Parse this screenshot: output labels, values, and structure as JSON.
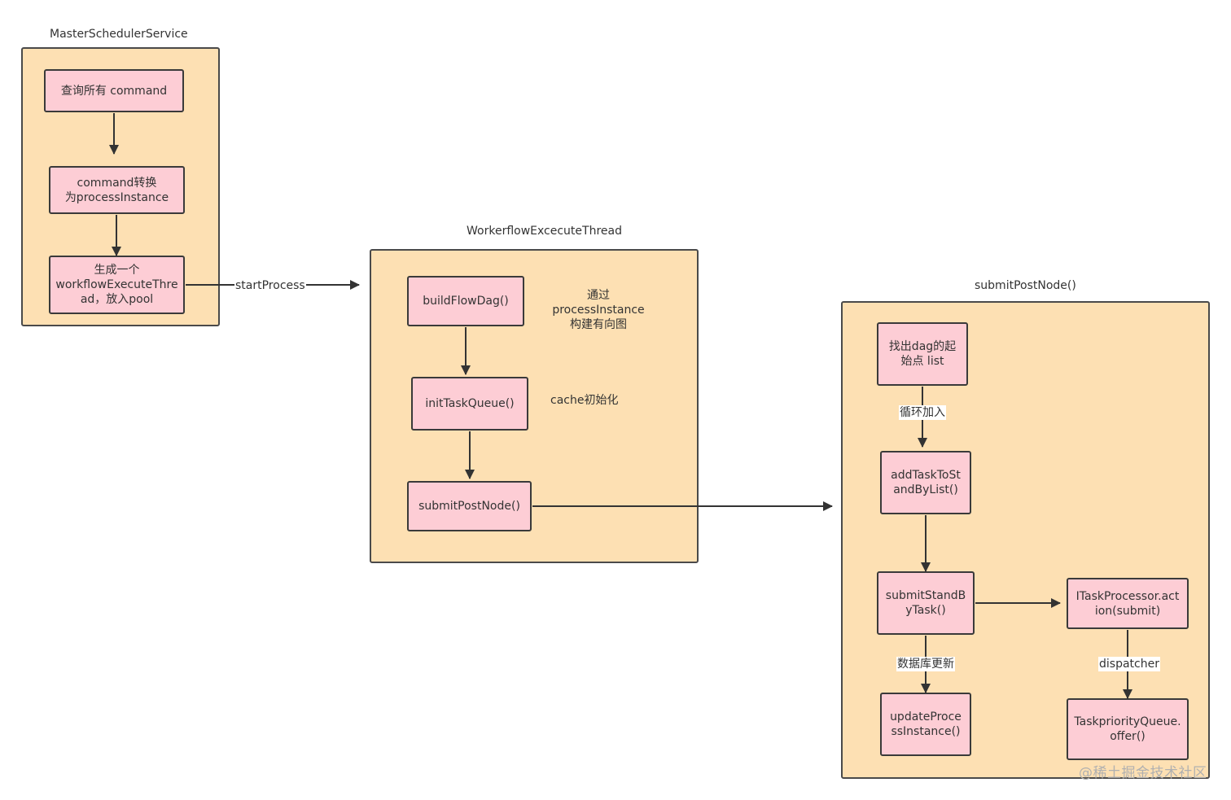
{
  "containers": {
    "master": {
      "title": "MasterSchedulerService"
    },
    "workflow": {
      "title": "WorkerflowExcecuteThread"
    },
    "submit": {
      "title": "submitPostNode()"
    }
  },
  "nodes": {
    "query_command": "查询所有 command",
    "convert": "command转换\n为processInstance",
    "create_thread": "生成一个\nworkflowExecuteThre\nad，放入pool",
    "build_dag": "buildFlowDag()",
    "init_queue": "initTaskQueue()",
    "submit_post_node": "submitPostNode()",
    "find_start": "找出dag的起\n始点 list",
    "add_task": "addTaskToSt\nandByList()",
    "submit_standby": "submitStandB\nyTask()",
    "task_processor": "ITaskProcessor.act\nion(submit)",
    "update_instance": "updateProce\nssInstance()",
    "priority_queue": "TaskpriorityQueue.\noffer()"
  },
  "notes": {
    "build_dag_note": "通过 processInstance\n构建有向图",
    "init_queue_note": "cache初始化"
  },
  "edge_labels": {
    "start_process": "startProcess",
    "loop_add": "循环加入",
    "db_update": "数据库更新",
    "dispatcher": "dispatcher"
  },
  "watermark": "@稀土掘金技术社区",
  "colors": {
    "container_fill": "#fde0b3",
    "node_fill": "#fdcdd5",
    "border": "#3a3a3a",
    "arrow": "#333333"
  }
}
